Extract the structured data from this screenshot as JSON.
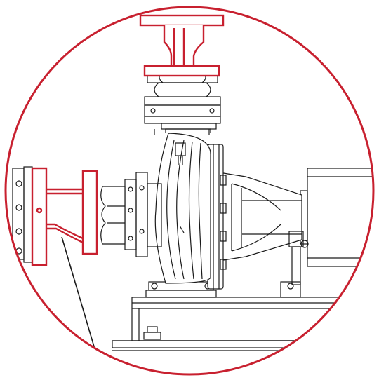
{
  "colors": {
    "background": "#ffffff",
    "line": "#1a1a1a",
    "highlight": "#c8202f",
    "circle": "#c8202f"
  },
  "parts": {
    "highlighted": [
      "discharge-spool-piece",
      "suction-spool-piece"
    ],
    "drawn": [
      "pump-casing",
      "impeller-volute",
      "bearing-bracket",
      "motor",
      "expansion-joint",
      "baseplate",
      "leader-lines"
    ]
  }
}
